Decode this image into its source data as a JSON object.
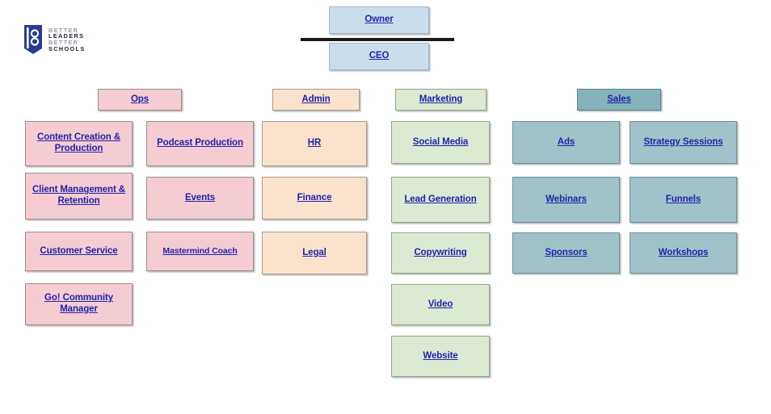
{
  "logo": {
    "name": "better-leaders-better-schools",
    "lines": [
      {
        "text": "BETTER",
        "style": "dim"
      },
      {
        "text": "LEADERS",
        "style": "dark"
      },
      {
        "text": "BETTER",
        "style": "dim"
      },
      {
        "text": "SCHOOLS",
        "style": "dark"
      }
    ]
  },
  "colors": {
    "exec": "#cbdded",
    "ops": "#f5ccd2",
    "admin": "#fae3cd",
    "marketing": "#dcead3",
    "sales": "#a0c3c9",
    "sales_header": "#85b3bb",
    "label_text": "#2323a8",
    "divider": "#1a1a1a",
    "background": "#ffffff"
  },
  "chart_data": {
    "type": "diagram",
    "title": "Organizational Chart",
    "executive": [
      {
        "label": "Owner"
      },
      {
        "label": "CEO"
      }
    ],
    "departments": [
      {
        "name": "Ops",
        "header": "Ops",
        "columns": [
          [
            "Content Creation & Production",
            "Client Management & Retention",
            "Customer Service",
            "Go! Community Manager"
          ],
          [
            "Podcast Production",
            "Events",
            "Mastermind Coach"
          ]
        ]
      },
      {
        "name": "Admin",
        "header": "Admin",
        "columns": [
          [
            "HR",
            "Finance",
            "Legal"
          ]
        ]
      },
      {
        "name": "Marketing",
        "header": "Marketing",
        "columns": [
          [
            "Social Media",
            "Lead Generation",
            "Copywriting",
            "Video",
            "Website"
          ]
        ]
      },
      {
        "name": "Sales",
        "header": "Sales",
        "columns": [
          [
            "Ads",
            "Webinars",
            "Sponsors"
          ],
          [
            "Strategy Sessions",
            "Funnels",
            "Workshops"
          ]
        ]
      }
    ]
  },
  "nodes": {
    "owner": "Owner",
    "ceo": "CEO",
    "ops_head": "Ops",
    "admin_head": "Admin",
    "mkt_head": "Marketing",
    "sales_head": "Sales",
    "ops_a1": "Content Creation & Production",
    "ops_a2": "Client Management & Retention",
    "ops_a3": "Customer Service",
    "ops_a4": "Go! Community Manager",
    "ops_b1": "Podcast Production",
    "ops_b2": "Events",
    "ops_b3": "Mastermind Coach",
    "adm_1": "HR",
    "adm_2": "Finance",
    "adm_3": "Legal",
    "mkt_1": "Social Media",
    "mkt_2": "Lead Generation",
    "mkt_3": "Copywriting",
    "mkt_4": "Video",
    "mkt_5": "Website",
    "sal_a1": "Ads",
    "sal_a2": "Webinars",
    "sal_a3": "Sponsors",
    "sal_b1": "Strategy Sessions",
    "sal_b2": "Funnels",
    "sal_b3": "Workshops"
  }
}
